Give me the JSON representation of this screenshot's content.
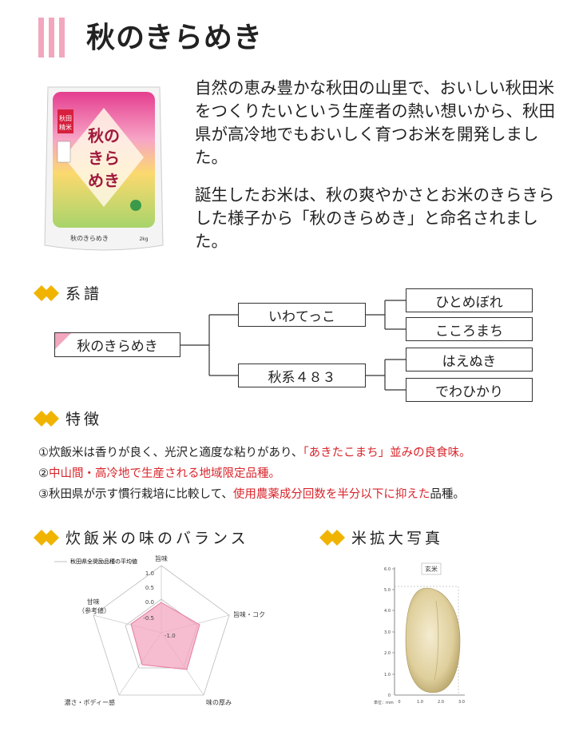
{
  "title": "秋のきらめき",
  "intro": {
    "p1": "自然の恵み豊かな秋田の山里で、おいしい秋田米をつくりたいという生産者の熱い想いから、秋田県が高冷地でもおいしく育つお米を開発しました。",
    "p2": "誕生したお米は、秋の爽やかさとお米のきらきらした様子から「秋のきらめき」と命名されました。"
  },
  "package": {
    "brand": "秋のきらめき",
    "tag": "秋田精米",
    "bottom": "秋のきらめき",
    "weight": "2kg"
  },
  "pedigree": {
    "heading": "系譜",
    "root": "秋のきらめき",
    "parents": [
      "いわてっこ",
      "秋系４８３"
    ],
    "grandparents": [
      "ひとめぼれ",
      "こころまち",
      "はえぬき",
      "でわひかり"
    ]
  },
  "features": {
    "heading": "特徴",
    "f1": {
      "a": "①炊飯米は香りが良く、光沢と適度な粘りがあり、",
      "b": "「あきたこまち」並みの良食味。"
    },
    "f2": {
      "a": "②",
      "b": "中山間・高冷地で生産される地域限定品種。"
    },
    "f3": {
      "a": "③秋田県が示す慣行栽培に比較して、",
      "b": "使用農薬成分回数を半分以下に抑えた",
      "c": "品種。"
    }
  },
  "balance": {
    "heading": "炊飯米の味のバランス",
    "legend": "秋田県全奨励品種の平均値",
    "axes": [
      "旨味",
      "旨味・コク",
      "味の厚み",
      "濃さ・ボディー感",
      "甘味\n（参考値）"
    ],
    "ticks": [
      "1.0",
      "0.5",
      "0.0",
      "-0.5",
      "-1.0"
    ]
  },
  "photo": {
    "heading": "米拡大写真",
    "label": "玄米",
    "yticks": [
      "6.0",
      "5.0",
      "4.0",
      "3.0",
      "2.0",
      "1.0",
      "0"
    ],
    "xticks": [
      "0",
      "1.0",
      "2.0",
      "3.0"
    ],
    "unit": "単位：mm"
  },
  "colors": {
    "accent": "#f2a7bf",
    "diamond": "#f0b400",
    "red": "#d9252c"
  }
}
